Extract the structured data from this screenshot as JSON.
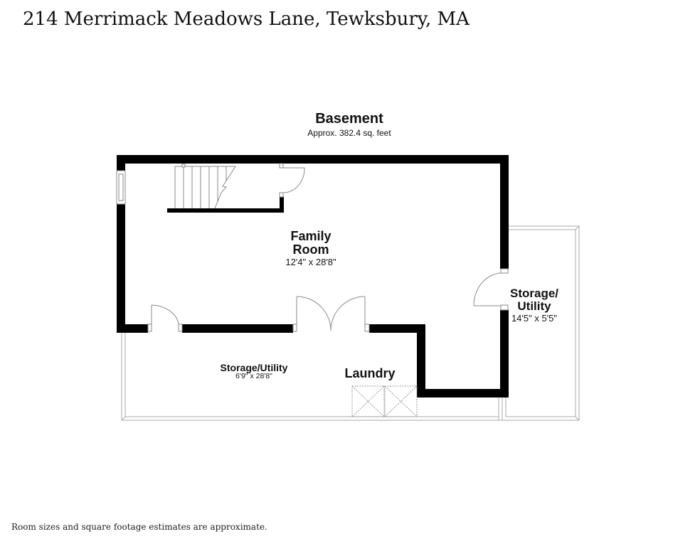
{
  "header": {
    "address": "214 Merrimack Meadows Lane, Tewksbury, MA"
  },
  "floor": {
    "name": "Basement",
    "area": "Approx. 382.4 sq. feet"
  },
  "rooms": [
    {
      "id": "family-room",
      "name": "Family\nRoom",
      "name_line1": "Family",
      "name_line2": "Room",
      "dimensions": "12'4\" x 28'8\""
    },
    {
      "id": "storage-utility-right",
      "name_line1": "Storage/",
      "name_line2": "Utility",
      "dimensions": "14'5\" x 5'5\""
    },
    {
      "id": "storage-utility-bottom",
      "name_line1": "Storage/Utility",
      "dimensions": "6'9\" x 28'8\""
    },
    {
      "id": "laundry",
      "name_line1": "Laundry"
    }
  ],
  "fixtures": [
    "staircase",
    "window-left",
    "door-stair-closet",
    "door-left-bottom",
    "double-door-bottom",
    "door-right-storage",
    "washer",
    "dryer"
  ],
  "colors": {
    "wall": "#000000",
    "outline": "#9a9a9a",
    "text": "#111111",
    "background": "#ffffff"
  },
  "footer": {
    "disclaimer": "Room sizes and square footage estimates are approximate."
  }
}
